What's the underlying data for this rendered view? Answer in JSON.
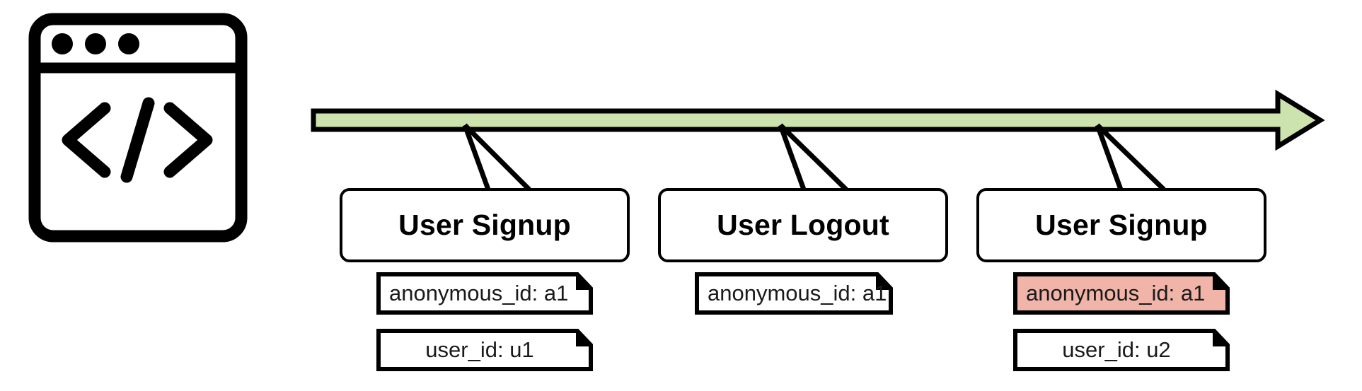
{
  "diagram": {
    "type": "event-timeline",
    "icon": {
      "name": "code-window-icon",
      "description": "browser window with code brackets"
    },
    "timeline": {
      "name": "timeline-arrow",
      "fill_color": "#cde3ae",
      "stroke_color": "#000000",
      "direction": "right"
    },
    "events": [
      {
        "title": "User Signup",
        "highlight": false,
        "notes": [
          {
            "text": "anonymous_id: a1",
            "highlighted": false,
            "align": "left"
          },
          {
            "text": "user_id: u1",
            "highlighted": false,
            "align": "center"
          }
        ]
      },
      {
        "title": "User Logout",
        "highlight": false,
        "notes": [
          {
            "text": "anonymous_id: a1",
            "highlighted": false,
            "align": "left"
          }
        ]
      },
      {
        "title": "User Signup",
        "highlight": false,
        "notes": [
          {
            "text": "anonymous_id: a1",
            "highlighted": true,
            "align": "left"
          },
          {
            "text": "user_id: u2",
            "highlighted": false,
            "align": "center"
          }
        ]
      }
    ],
    "colors": {
      "highlight_fill": "#f0b4a8",
      "note_fill": "#ffffff",
      "stroke": "#000000",
      "timeline_fill": "#cde3ae"
    }
  }
}
